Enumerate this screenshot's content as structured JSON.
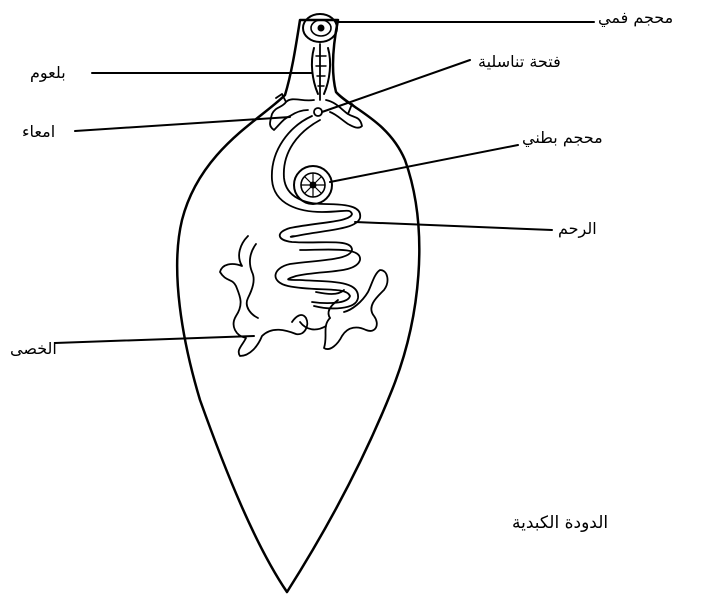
{
  "diagram": {
    "title": "الدودة الكبدية",
    "labels": {
      "oral_sucker": "محجم فمي",
      "pharynx": "بلعوم",
      "genital_opening": "فتحة تناسلية",
      "intestine": "امعاء",
      "ventral_sucker": "محجم بطني",
      "uterus": "الرحم",
      "testes": "الخصى"
    }
  }
}
